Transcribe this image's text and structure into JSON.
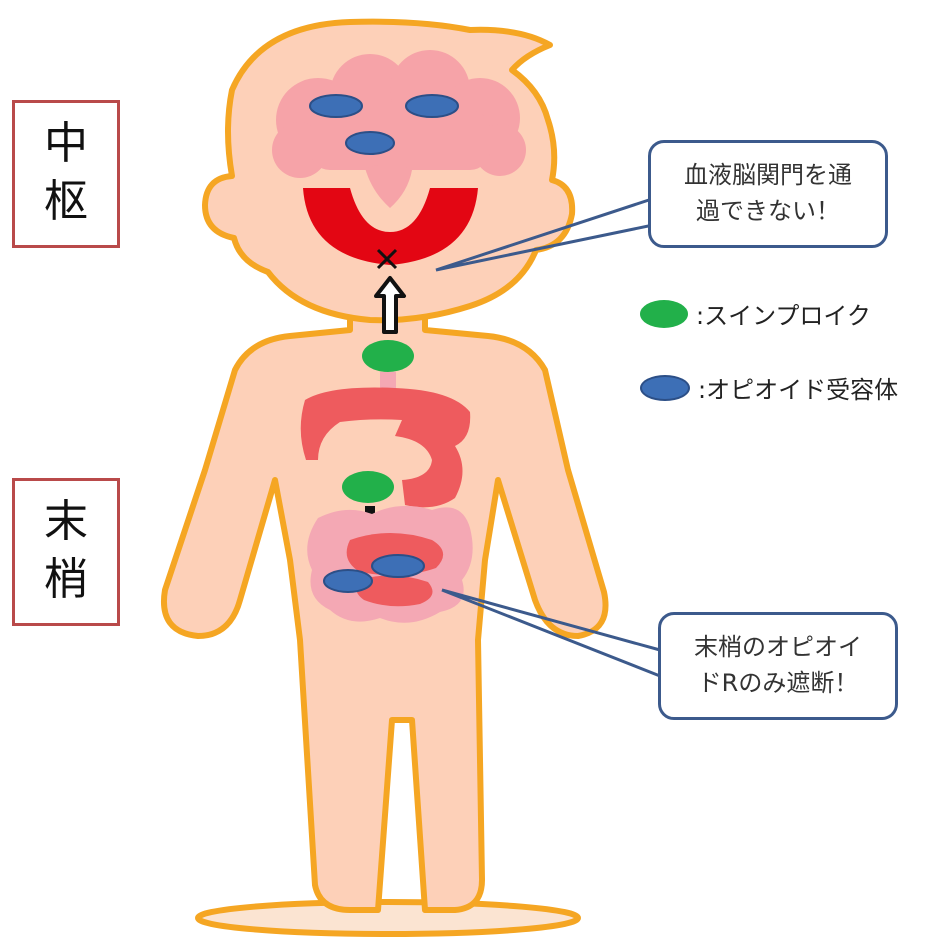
{
  "labels": {
    "central": [
      "中",
      "枢"
    ],
    "peripheral": [
      "末",
      "梢"
    ]
  },
  "callouts": {
    "bbb": [
      "血液脳関門を通",
      "過できない！"
    ],
    "peripheral": [
      "末梢のオピオイ",
      "ドRのみ遮断！"
    ]
  },
  "legend": {
    "naldemedine": ":スインプロイク",
    "opioid_receptor": ":オピオイド受容体"
  },
  "colors": {
    "skin": "#fdd0b8",
    "outline": "#f5a623",
    "brain": "#f6a3a8",
    "barrier": "#e30613",
    "gut": "#ee5b5e",
    "intestine": "#f4a8b4",
    "drug": "#22b04a",
    "receptor": "#3d6fb6",
    "box_border": "#b94a4a",
    "callout_border": "#3c5a8c"
  },
  "icons": {
    "up_arrow": "double-outline-up-arrow",
    "down_arrow": "solid-down-arrow",
    "block_mark": "x-mark"
  }
}
